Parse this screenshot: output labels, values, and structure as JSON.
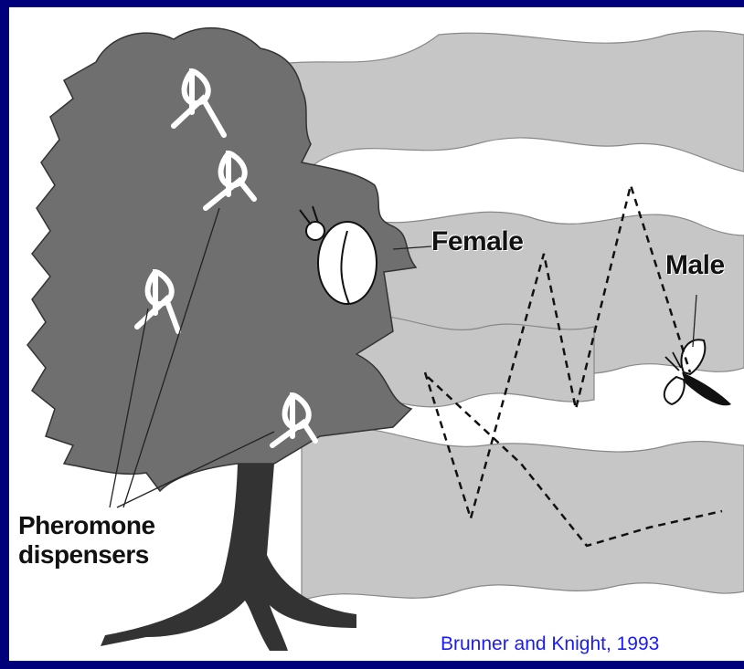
{
  "labels": {
    "female": "Female",
    "male": "Male",
    "pheromone_line1": "Pheromone",
    "pheromone_line2": "dispensers"
  },
  "credit": "Brunner and Knight, 1993",
  "colors": {
    "border": "#00007a",
    "canvas": "#ffffff",
    "plume": "#c6c6c6",
    "tree_foliage": "#6f6f6f",
    "tree_trunk": "#333333",
    "credit_text": "#1a1aff"
  },
  "icons": [
    "tree",
    "pheromone-dispenser",
    "female-moth",
    "male-moth",
    "pheromone-plume",
    "flight-path"
  ]
}
